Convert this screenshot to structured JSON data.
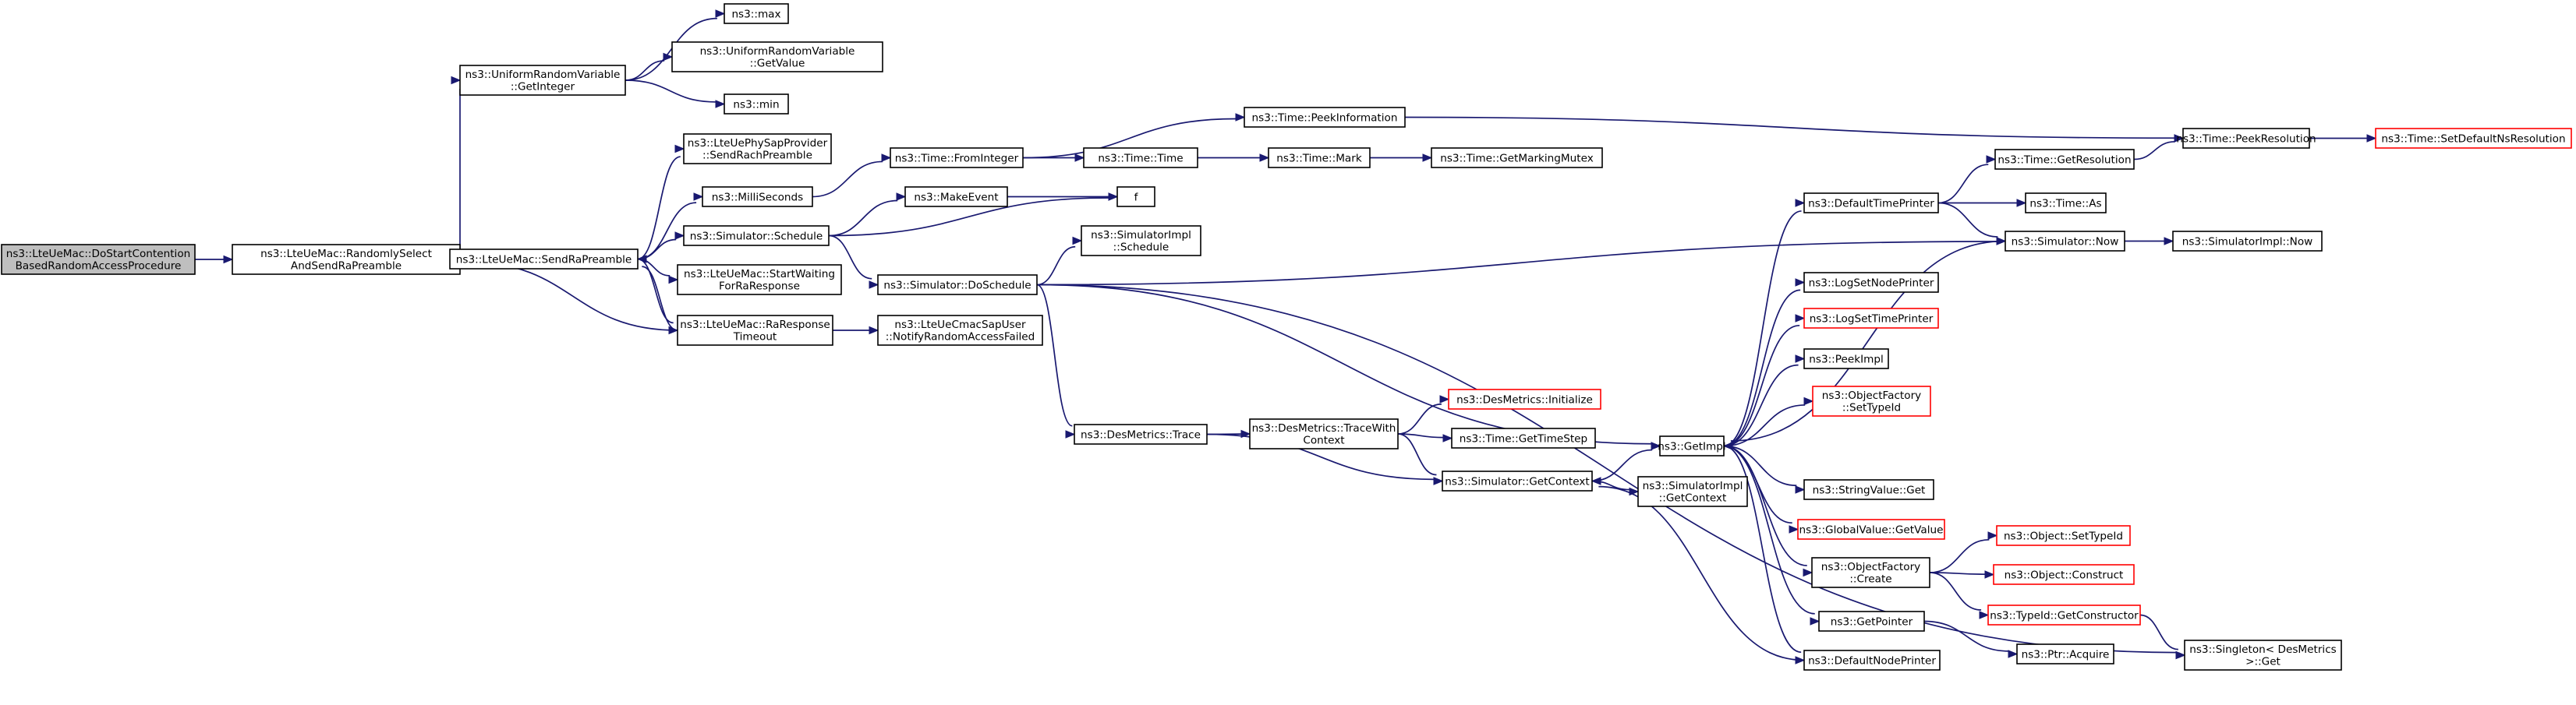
{
  "colors": {
    "edge": "#191970",
    "node_fill": "#ffffff",
    "node_stroke": "#000000",
    "external_stroke": "#ff0000",
    "root_fill": "#bfbfbf"
  },
  "nodes": [
    {
      "id": "root",
      "lines": [
        "ns3::LteUeMac::DoStartContention",
        "BasedRandomAccessProcedure"
      ],
      "kind": "root"
    },
    {
      "id": "rsasp",
      "lines": [
        "ns3::LteUeMac::RandomlySelect",
        "AndSendRaPreamble"
      ],
      "kind": "normal"
    },
    {
      "id": "urvgi",
      "lines": [
        "ns3::UniformRandomVariable",
        "::GetInteger"
      ],
      "kind": "normal"
    },
    {
      "id": "max",
      "lines": [
        "ns3::max"
      ],
      "kind": "normal"
    },
    {
      "id": "urvgv",
      "lines": [
        "ns3::UniformRandomVariable",
        "::GetValue"
      ],
      "kind": "normal"
    },
    {
      "id": "min",
      "lines": [
        "ns3::min"
      ],
      "kind": "normal"
    },
    {
      "id": "srp",
      "lines": [
        "ns3::LteUeMac::SendRaPreamble"
      ],
      "kind": "normal"
    },
    {
      "id": "lupsp",
      "lines": [
        "ns3::LteUePhySapProvider",
        "::SendRachPreamble"
      ],
      "kind": "normal"
    },
    {
      "id": "ms",
      "lines": [
        "ns3::MilliSeconds"
      ],
      "kind": "normal"
    },
    {
      "id": "sched",
      "lines": [
        "ns3::Simulator::Schedule"
      ],
      "kind": "normal"
    },
    {
      "id": "swfr",
      "lines": [
        "ns3::LteUeMac::StartWaiting",
        "ForRaResponse"
      ],
      "kind": "normal"
    },
    {
      "id": "rrt",
      "lines": [
        "ns3::LteUeMac::RaResponse",
        "Timeout"
      ],
      "kind": "normal"
    },
    {
      "id": "nraf",
      "lines": [
        "ns3::LteUeCmacSapUser",
        "::NotifyRandomAccessFailed"
      ],
      "kind": "normal"
    },
    {
      "id": "tfi",
      "lines": [
        "ns3::Time::FromInteger"
      ],
      "kind": "normal"
    },
    {
      "id": "me",
      "lines": [
        "ns3::MakeEvent"
      ],
      "kind": "normal"
    },
    {
      "id": "f",
      "lines": [
        "f"
      ],
      "kind": "normal"
    },
    {
      "id": "ds",
      "lines": [
        "ns3::Simulator::DoSchedule"
      ],
      "kind": "normal"
    },
    {
      "id": "sis",
      "lines": [
        "ns3::SimulatorImpl",
        "::Schedule"
      ],
      "kind": "normal"
    },
    {
      "id": "tpi",
      "lines": [
        "ns3::Time::PeekInformation"
      ],
      "kind": "normal"
    },
    {
      "id": "tt",
      "lines": [
        "ns3::Time::Time"
      ],
      "kind": "normal"
    },
    {
      "id": "tm",
      "lines": [
        "ns3::Time::Mark"
      ],
      "kind": "normal"
    },
    {
      "id": "tgmm",
      "lines": [
        "ns3::Time::GetMarkingMutex"
      ],
      "kind": "normal"
    },
    {
      "id": "dmt",
      "lines": [
        "ns3::DesMetrics::Trace"
      ],
      "kind": "normal"
    },
    {
      "id": "dmtwc",
      "lines": [
        "ns3::DesMetrics::TraceWith",
        "Context"
      ],
      "kind": "normal"
    },
    {
      "id": "dmi",
      "lines": [
        "ns3::DesMetrics::Initialize"
      ],
      "kind": "external"
    },
    {
      "id": "tgts",
      "lines": [
        "ns3::Time::GetTimeStep"
      ],
      "kind": "normal"
    },
    {
      "id": "sgc",
      "lines": [
        "ns3::Simulator::GetContext"
      ],
      "kind": "normal"
    },
    {
      "id": "sigc",
      "lines": [
        "ns3::SimulatorImpl",
        "::GetContext"
      ],
      "kind": "normal"
    },
    {
      "id": "gi",
      "lines": [
        "ns3::GetImpl"
      ],
      "kind": "normal"
    },
    {
      "id": "dtp",
      "lines": [
        "ns3::DefaultTimePrinter"
      ],
      "kind": "normal"
    },
    {
      "id": "lsnp",
      "lines": [
        "ns3::LogSetNodePrinter"
      ],
      "kind": "normal"
    },
    {
      "id": "lstp",
      "lines": [
        "ns3::LogSetTimePrinter"
      ],
      "kind": "external"
    },
    {
      "id": "pi",
      "lines": [
        "ns3::PeekImpl"
      ],
      "kind": "normal"
    },
    {
      "id": "ofst",
      "lines": [
        "ns3::ObjectFactory",
        "::SetTypeId"
      ],
      "kind": "external"
    },
    {
      "id": "svg",
      "lines": [
        "ns3::StringValue::Get"
      ],
      "kind": "normal"
    },
    {
      "id": "gvgv",
      "lines": [
        "ns3::GlobalValue::GetValue"
      ],
      "kind": "external"
    },
    {
      "id": "ofc",
      "lines": [
        "ns3::ObjectFactory",
        "::Create"
      ],
      "kind": "normal"
    },
    {
      "id": "gp",
      "lines": [
        "ns3::GetPointer"
      ],
      "kind": "normal"
    },
    {
      "id": "dnp",
      "lines": [
        "ns3::DefaultNodePrinter"
      ],
      "kind": "normal"
    },
    {
      "id": "tgr",
      "lines": [
        "ns3::Time::GetResolution"
      ],
      "kind": "normal"
    },
    {
      "id": "tas",
      "lines": [
        "ns3::Time::As"
      ],
      "kind": "normal"
    },
    {
      "id": "snow",
      "lines": [
        "ns3::Simulator::Now"
      ],
      "kind": "normal"
    },
    {
      "id": "sinow",
      "lines": [
        "ns3::SimulatorImpl::Now"
      ],
      "kind": "normal"
    },
    {
      "id": "tpr",
      "lines": [
        "ns3::Time::PeekResolution"
      ],
      "kind": "normal"
    },
    {
      "id": "tsdnr",
      "lines": [
        "ns3::Time::SetDefaultNsResolution"
      ],
      "kind": "external"
    },
    {
      "id": "ost",
      "lines": [
        "ns3::Object::SetTypeId"
      ],
      "kind": "external"
    },
    {
      "id": "oc",
      "lines": [
        "ns3::Object::Construct"
      ],
      "kind": "external"
    },
    {
      "id": "tgc",
      "lines": [
        "ns3::TypeId::GetConstructor"
      ],
      "kind": "external"
    },
    {
      "id": "pa",
      "lines": [
        "ns3::Ptr::Acquire"
      ],
      "kind": "normal"
    },
    {
      "id": "sdmg",
      "lines": [
        "ns3::Singleton< DesMetrics",
        ">::Get"
      ],
      "kind": "normal"
    }
  ],
  "edges": [
    [
      "root",
      "rsasp"
    ],
    [
      "rsasp",
      "urvgi"
    ],
    [
      "urvgi",
      "max"
    ],
    [
      "urvgi",
      "urvgv"
    ],
    [
      "urvgi",
      "min"
    ],
    [
      "rsasp",
      "srp"
    ],
    [
      "srp",
      "lupsp"
    ],
    [
      "srp",
      "ms"
    ],
    [
      "srp",
      "sched"
    ],
    [
      "srp",
      "swfr"
    ],
    [
      "srp",
      "rrt"
    ],
    [
      "rrt",
      "rsasp"
    ],
    [
      "rrt",
      "srp"
    ],
    [
      "rrt",
      "nraf"
    ],
    [
      "ms",
      "tfi"
    ],
    [
      "tfi",
      "tpi"
    ],
    [
      "tfi",
      "tt"
    ],
    [
      "tt",
      "tm"
    ],
    [
      "tm",
      "tgmm"
    ],
    [
      "tpi",
      "tpr"
    ],
    [
      "sched",
      "me"
    ],
    [
      "me",
      "f"
    ],
    [
      "sched",
      "f"
    ],
    [
      "sched",
      "ds"
    ],
    [
      "ds",
      "sis"
    ],
    [
      "ds",
      "snow"
    ],
    [
      "ds",
      "gi"
    ],
    [
      "ds",
      "dmt"
    ],
    [
      "ds",
      "sdmg"
    ],
    [
      "dmt",
      "dmtwc"
    ],
    [
      "dmt",
      "sgc"
    ],
    [
      "dmtwc",
      "dmi"
    ],
    [
      "dmtwc",
      "tgts"
    ],
    [
      "dmtwc",
      "sgc"
    ],
    [
      "sgc",
      "gi"
    ],
    [
      "sgc",
      "sigc"
    ],
    [
      "gi",
      "dtp"
    ],
    [
      "gi",
      "lsnp"
    ],
    [
      "gi",
      "lstp"
    ],
    [
      "gi",
      "pi"
    ],
    [
      "gi",
      "ofst"
    ],
    [
      "gi",
      "svg"
    ],
    [
      "gi",
      "gvgv"
    ],
    [
      "gi",
      "ofc"
    ],
    [
      "gi",
      "gp"
    ],
    [
      "gi",
      "dnp"
    ],
    [
      "dtp",
      "tgr"
    ],
    [
      "dtp",
      "tas"
    ],
    [
      "dtp",
      "snow"
    ],
    [
      "tgr",
      "tpr"
    ],
    [
      "tpr",
      "tsdnr"
    ],
    [
      "snow",
      "sinow"
    ],
    [
      "snow",
      "gi"
    ],
    [
      "ofc",
      "ost"
    ],
    [
      "ofc",
      "oc"
    ],
    [
      "ofc",
      "tgc"
    ],
    [
      "gp",
      "pa"
    ],
    [
      "tgc",
      "sdmg"
    ],
    [
      "dnp",
      "sgc"
    ]
  ]
}
